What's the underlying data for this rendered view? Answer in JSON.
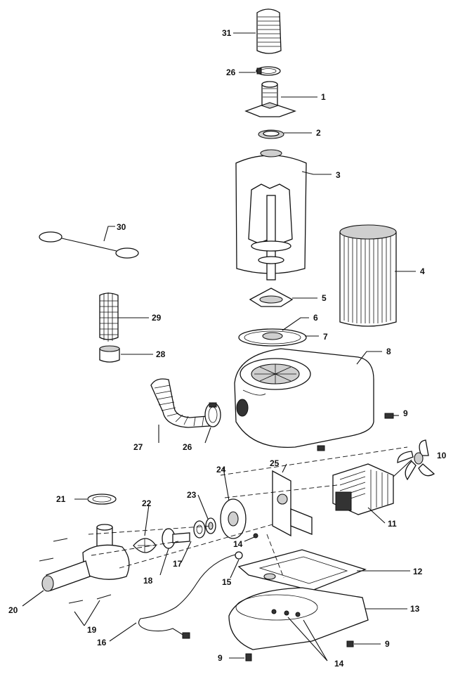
{
  "callouts": [
    {
      "id": "31",
      "label": "31"
    },
    {
      "id": "26a",
      "label": "26"
    },
    {
      "id": "1",
      "label": "1"
    },
    {
      "id": "2",
      "label": "2"
    },
    {
      "id": "3",
      "label": "3"
    },
    {
      "id": "30",
      "label": "30"
    },
    {
      "id": "4",
      "label": "4"
    },
    {
      "id": "5",
      "label": "5"
    },
    {
      "id": "29",
      "label": "29"
    },
    {
      "id": "6",
      "label": "6"
    },
    {
      "id": "7",
      "label": "7"
    },
    {
      "id": "28",
      "label": "28"
    },
    {
      "id": "8",
      "label": "8"
    },
    {
      "id": "9a",
      "label": "9"
    },
    {
      "id": "27",
      "label": "27"
    },
    {
      "id": "26b",
      "label": "26"
    },
    {
      "id": "10",
      "label": "10"
    },
    {
      "id": "25",
      "label": "25"
    },
    {
      "id": "24",
      "label": "24"
    },
    {
      "id": "11",
      "label": "11"
    },
    {
      "id": "21",
      "label": "21"
    },
    {
      "id": "22",
      "label": "22"
    },
    {
      "id": "23",
      "label": "23"
    },
    {
      "id": "14a",
      "label": "14"
    },
    {
      "id": "12",
      "label": "12"
    },
    {
      "id": "17",
      "label": "17"
    },
    {
      "id": "18",
      "label": "18"
    },
    {
      "id": "15",
      "label": "15"
    },
    {
      "id": "20",
      "label": "20"
    },
    {
      "id": "13",
      "label": "13"
    },
    {
      "id": "19",
      "label": "19"
    },
    {
      "id": "16",
      "label": "16"
    },
    {
      "id": "9b",
      "label": "9"
    },
    {
      "id": "14b",
      "label": "14"
    },
    {
      "id": "9c",
      "label": "9"
    }
  ]
}
